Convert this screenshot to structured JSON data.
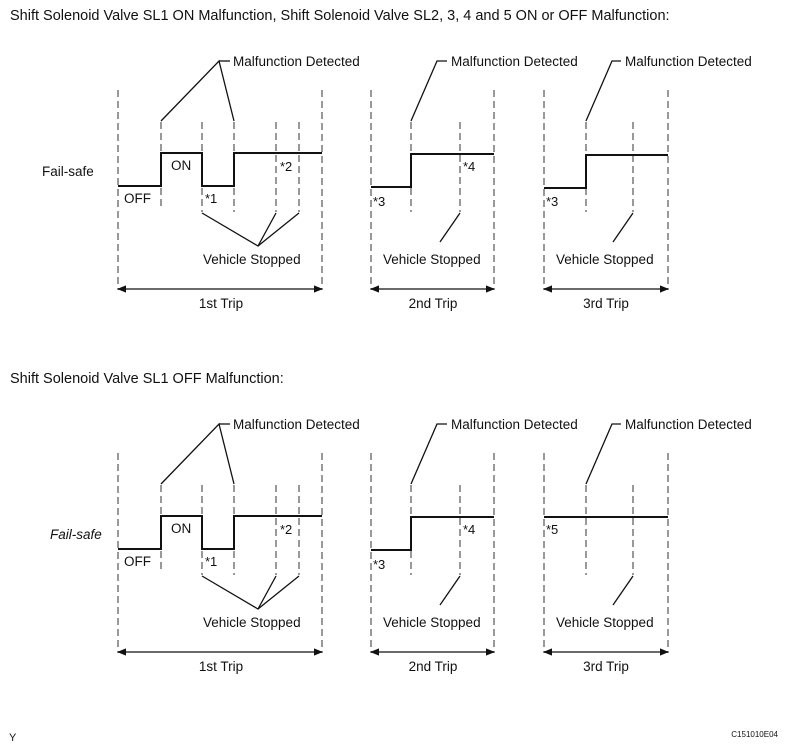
{
  "sections": [
    {
      "title": "Shift Solenoid Valve SL1 ON Malfunction, Shift Solenoid Valve SL2, 3, 4 and 5 ON or OFF Malfunction:",
      "fail_safe": "Fail-safe",
      "off": "OFF",
      "on": "ON",
      "malfunction": "Malfunction Detected",
      "vehicle_stopped": "Vehicle Stopped",
      "trip1": "1st Trip",
      "trip2": "2nd Trip",
      "trip3": "3rd Trip",
      "n1": "*1",
      "n2": "*2",
      "n3a": "*3",
      "n4": "*4",
      "n3b": "*3"
    },
    {
      "title": "Shift Solenoid Valve SL1 OFF Malfunction:",
      "fail_safe": "Fail-safe",
      "off": "OFF",
      "on": "ON",
      "malfunction": "Malfunction Detected",
      "vehicle_stopped": "Vehicle Stopped",
      "trip1": "1st Trip",
      "trip2": "2nd Trip",
      "trip3": "3rd Trip",
      "n1": "*1",
      "n2": "*2",
      "n3a": "*3",
      "n4": "*4",
      "n5": "*5"
    }
  ],
  "footer": {
    "left": "Y",
    "right": "C151010E04"
  }
}
